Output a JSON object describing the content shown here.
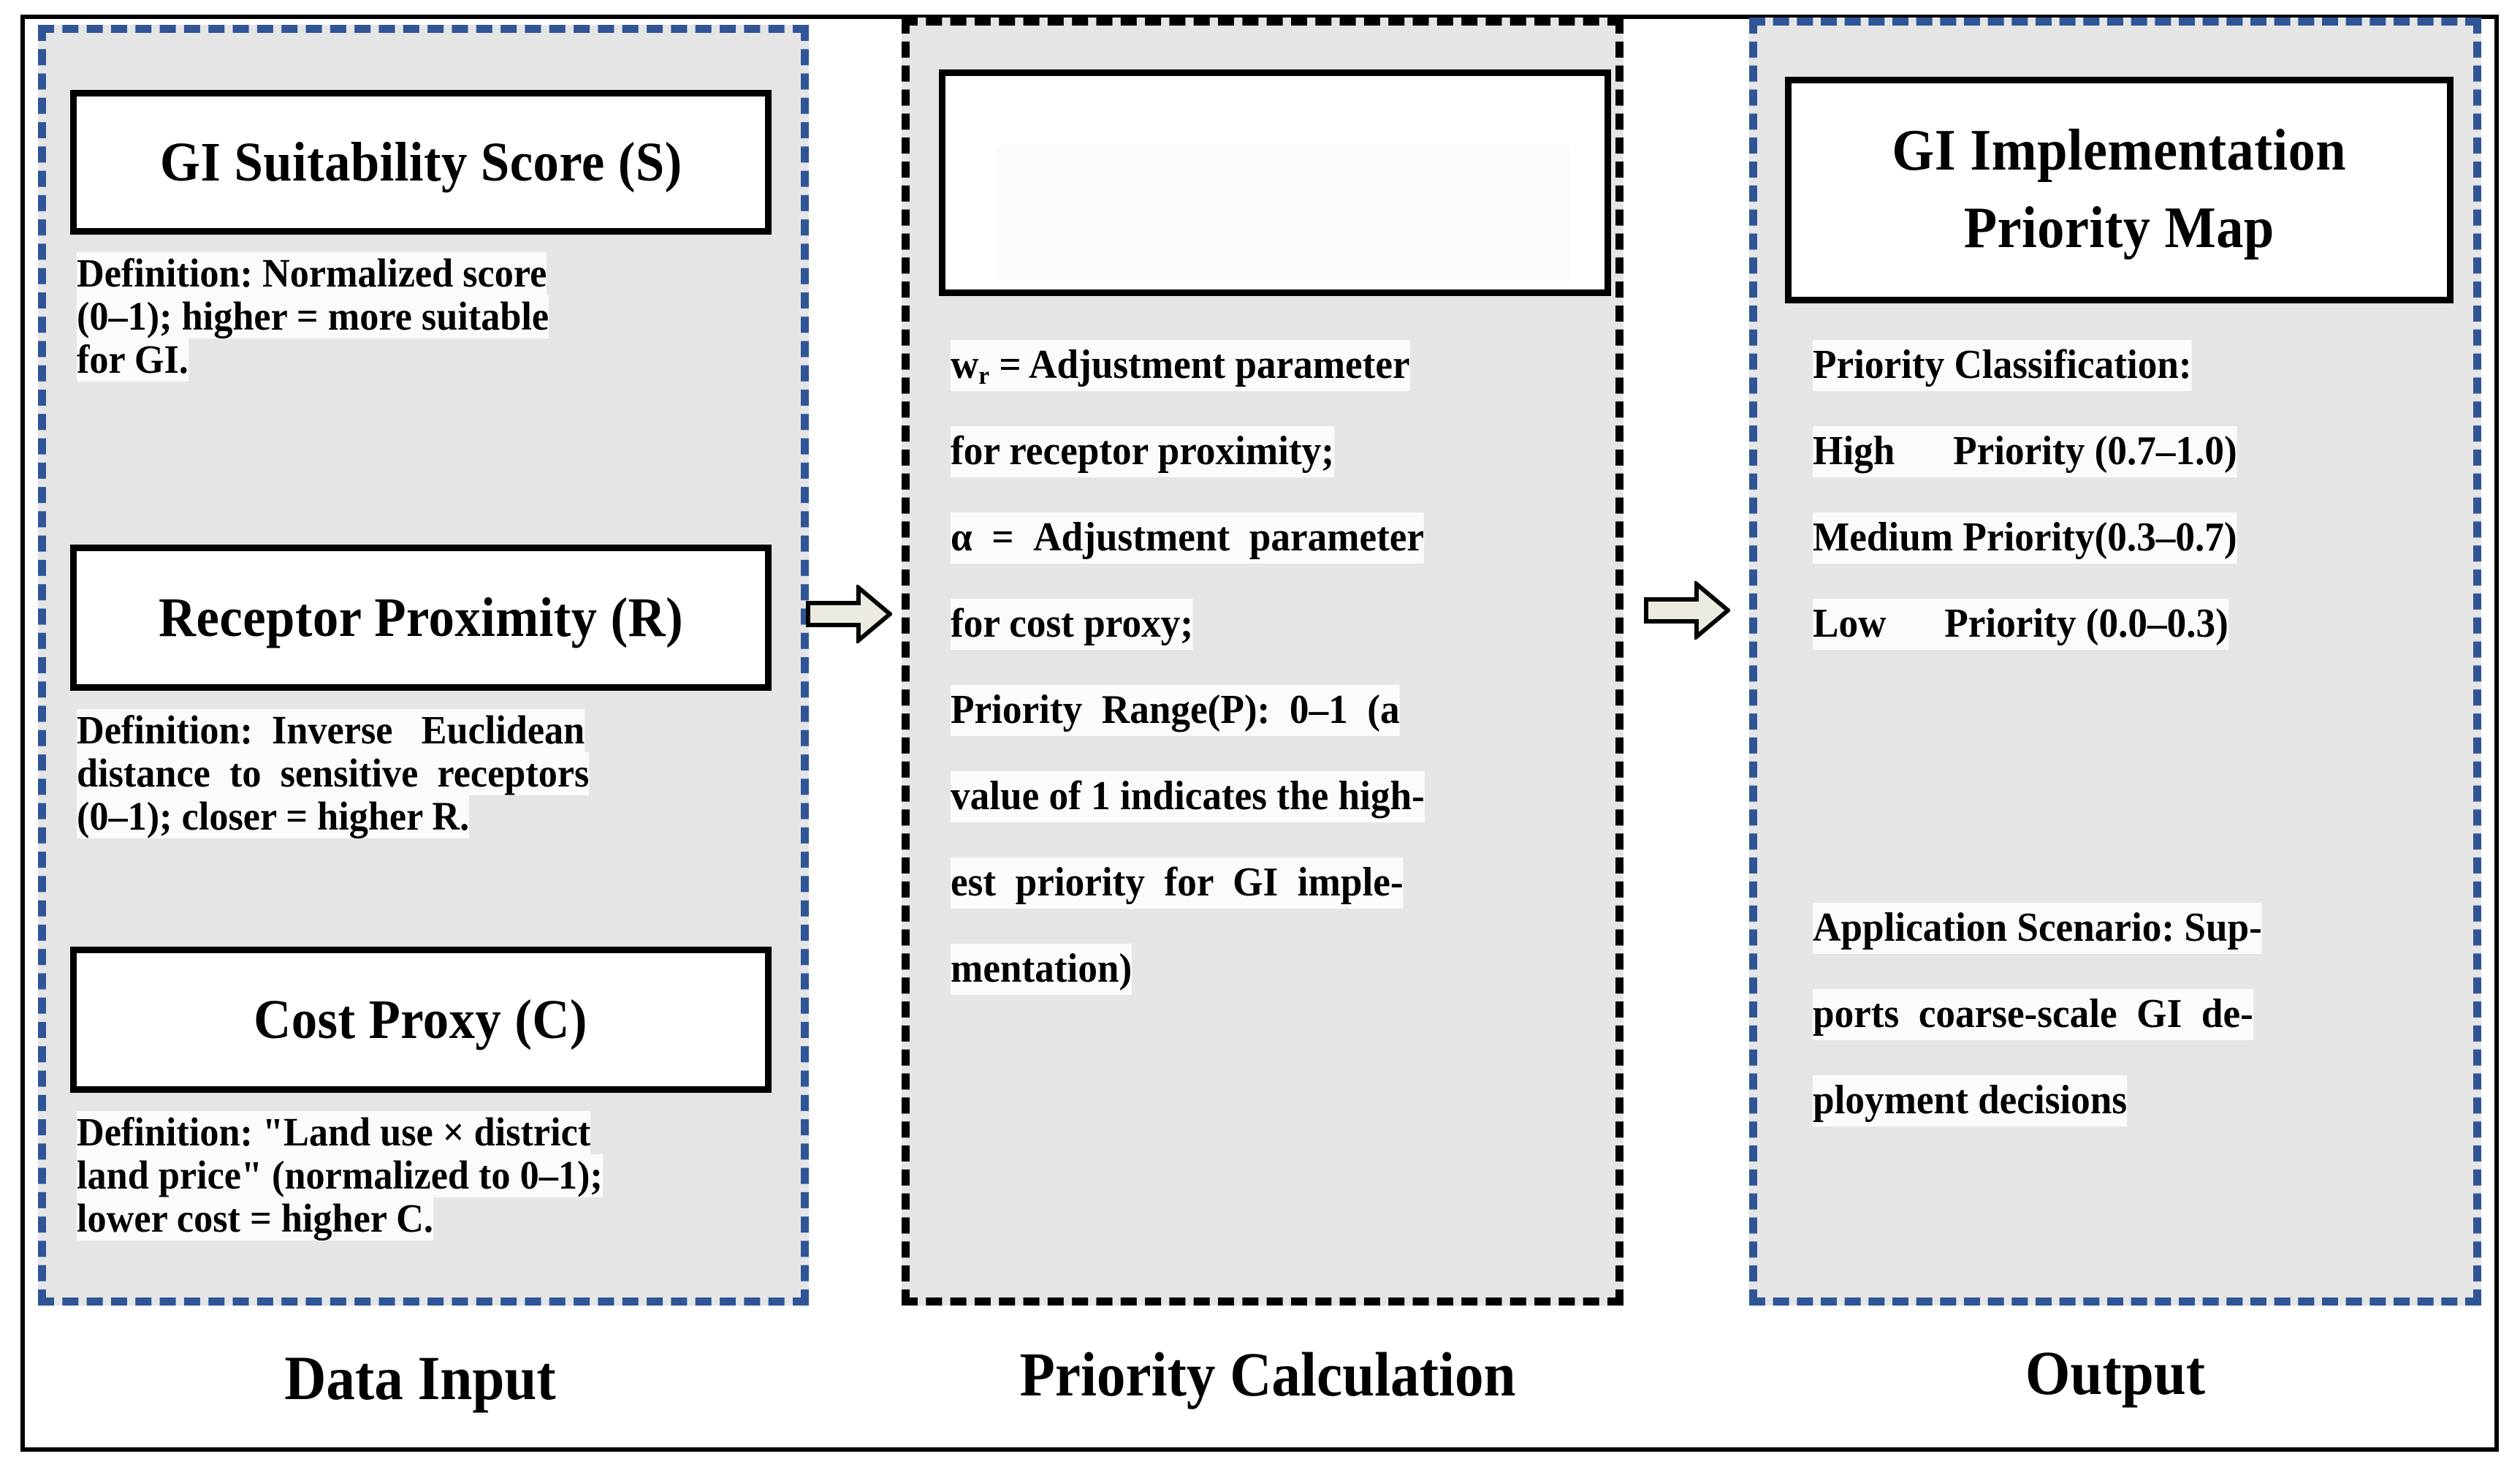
{
  "colors": {
    "panel_fill": "#e5e5e5",
    "dash_blue": "#2f5597",
    "dash_black": "#000000",
    "box_border": "#000000",
    "arrow_fill": "#edebe1",
    "text_highlight": "#fbfbfb"
  },
  "columns": {
    "input": {
      "caption": "Data Input",
      "border_style": "blue-dotted",
      "cards": [
        {
          "title": "GI Suitability Score (S)",
          "definition_lines": [
            "Definition: Normalized score",
            "(0–1); higher = more suitable",
            "for GI."
          ]
        },
        {
          "title": "Receptor Proximity (R)",
          "definition_lines": [
            "Definition:  Inverse   Euclidean",
            "distance  to  sensitive  receptors",
            "(0–1); closer = higher R."
          ]
        },
        {
          "title": "Cost Proxy (C)",
          "definition_lines": [
            "Definition: \"Land use × district",
            "land price\" (normalized to 0–1);",
            "lower cost = higher C."
          ]
        }
      ]
    },
    "calculation": {
      "caption": "Priority Calculation",
      "border_style": "black-dotted",
      "formula_box": {
        "content": "",
        "note": "empty white box"
      },
      "body_lines": [
        {
          "prefix": "w",
          "subscript": "r",
          "rest": " = Adjustment parameter"
        },
        {
          "text": "for receptor proximity;"
        },
        {
          "text": "α  =  Adjustment  parameter"
        },
        {
          "text": "for cost proxy;"
        },
        {
          "text": "Priority  Range(P):  0–1  (a"
        },
        {
          "text": "value of 1 indicates the high-"
        },
        {
          "text": "est  priority  for  GI  imple-"
        },
        {
          "text": "mentation)"
        }
      ]
    },
    "output": {
      "caption": "Output",
      "border_style": "blue-dotted",
      "title_lines": [
        "GI Implementation",
        "Priority    Map"
      ],
      "classification_lines": [
        "Priority Classification:",
        "High      Priority (0.7–1.0)",
        "Medium Priority(0.3–0.7)",
        "Low      Priority (0.0–0.3)"
      ],
      "scenario_lines": [
        "Application Scenario: Sup-",
        "ports  coarse-scale  GI  de-",
        "ployment decisions"
      ]
    }
  },
  "arrows": [
    {
      "name": "arrow-input-to-calculation",
      "direction": "right"
    },
    {
      "name": "arrow-calculation-to-output",
      "direction": "right"
    }
  ]
}
